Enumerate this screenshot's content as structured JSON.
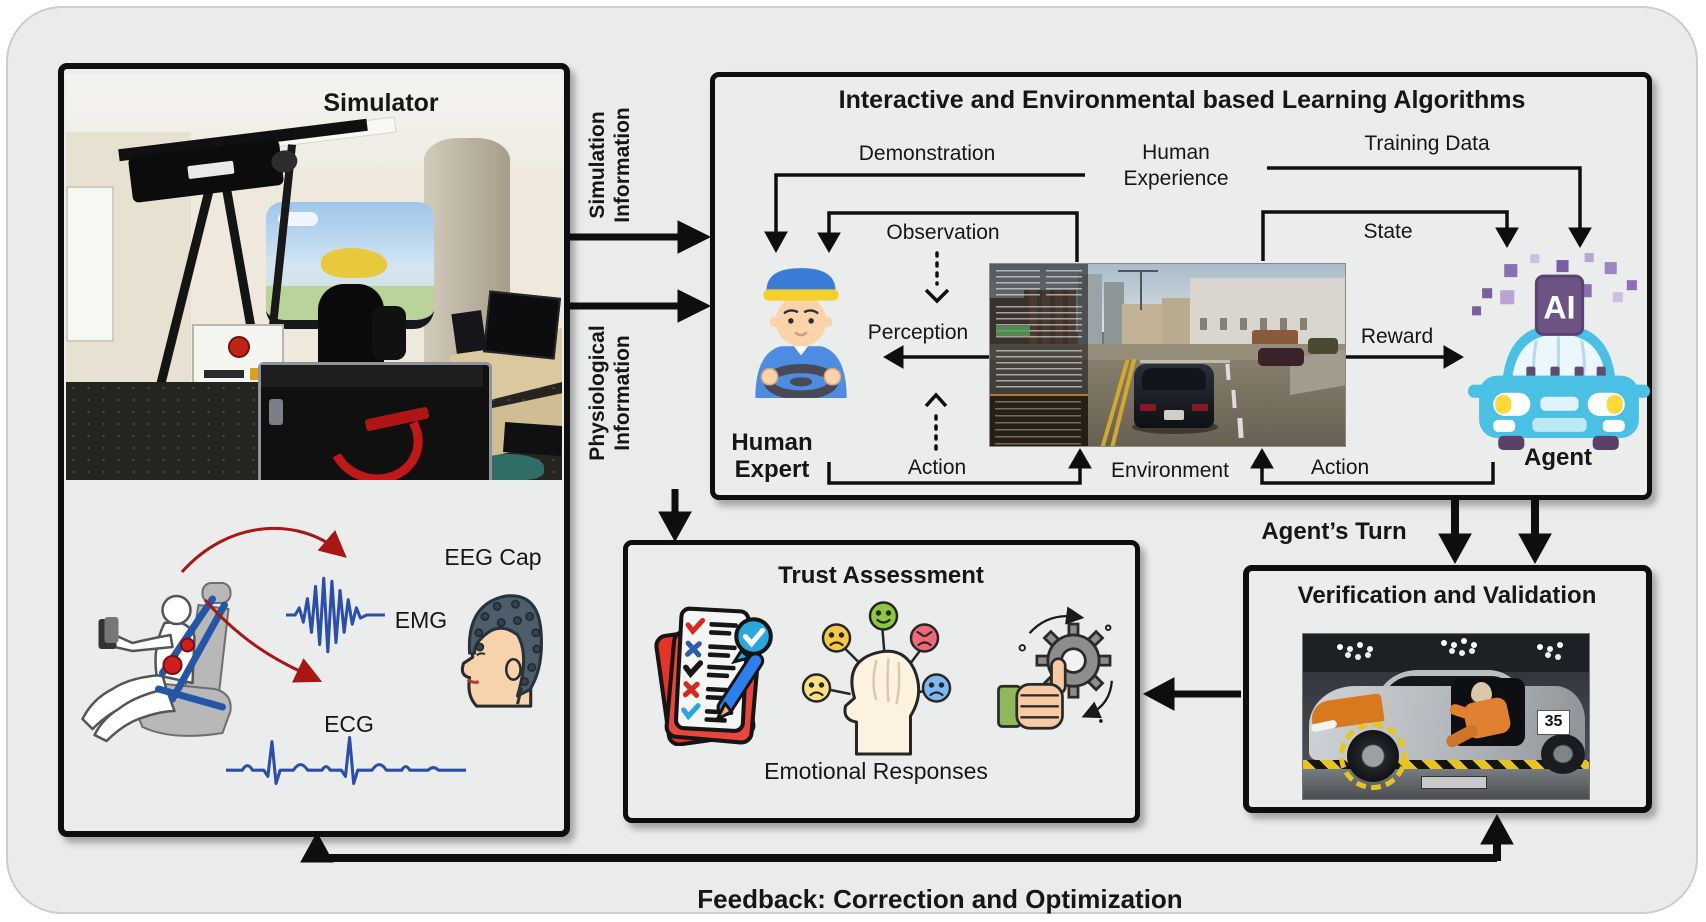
{
  "diagram": {
    "simulator": {
      "title": "Simulator",
      "eeg_cap": "EEG Cap",
      "emg": "EMG",
      "ecg": "ECG"
    },
    "info_flows": {
      "simulation": [
        "Simulation",
        "Information"
      ],
      "physiological": [
        "Physiological",
        "Information"
      ]
    },
    "learning": {
      "title": "Interactive and Environmental based Learning Algorithms",
      "demonstration": "Demonstration",
      "human_experience": [
        "Human",
        "Experience"
      ],
      "training_data": "Training Data",
      "observation": "Observation",
      "state": "State",
      "perception": "Perception",
      "reward": "Reward",
      "action_human": "Action",
      "action_agent": "Action",
      "environment": "Environment",
      "human_expert": [
        "Human",
        "Expert"
      ],
      "agent": "Agent",
      "ai_badge": "AI"
    },
    "agents_turn": "Agent’s Turn",
    "trust": {
      "title": "Trust Assessment",
      "emotional_responses": "Emotional Responses"
    },
    "verification": {
      "title": "Verification and Validation",
      "crash_marker": "35"
    },
    "feedback": "Feedback: Correction and Optimization"
  },
  "colors": {
    "canvas_bg": "#eaebeb",
    "box_border": "#0e0e0e",
    "waveform_blue": "#2b4ea8",
    "sensor_arrow_red": "#a81616",
    "agent_teal": "#49c0e4",
    "ai_purple": "#6d5383",
    "clipboard_red": "#e63229",
    "badge_blue": "#29a8e0",
    "emotion_green": "#8dc63f",
    "emotion_yellow": "#f7c843",
    "emotion_red": "#f26879",
    "emotion_blue": "#7db8f0",
    "crash_orange": "#d8791f"
  }
}
